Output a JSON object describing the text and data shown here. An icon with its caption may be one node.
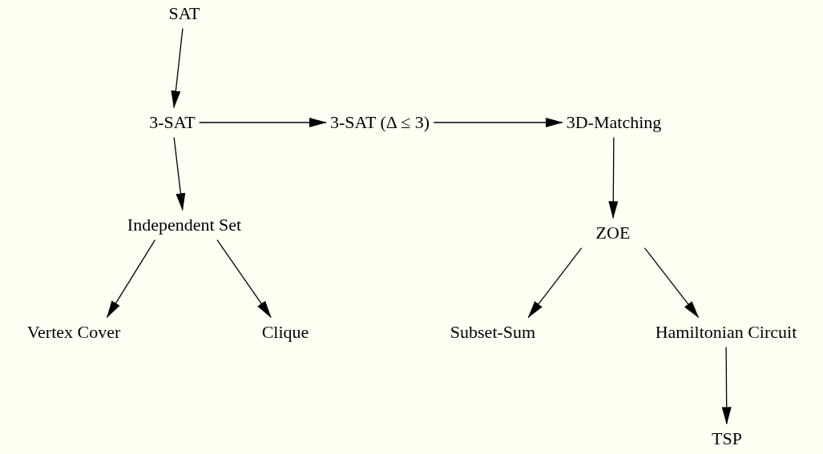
{
  "diagram": {
    "nodes": [
      {
        "text": [
          "SAT"
        ]
      },
      {
        "text": [
          "3-SAT"
        ]
      },
      {
        "text": [
          "3-SAT (Δ ≤ 3)"
        ]
      },
      {
        "text": [
          "3D-Matching"
        ]
      },
      {
        "text": [
          "Independent Set"
        ]
      },
      {
        "text": [
          "ZOE"
        ]
      },
      {
        "text": [
          "Vertex Cover"
        ]
      },
      {
        "text": [
          "Clique"
        ]
      },
      {
        "text": [
          "Subset-Sum"
        ]
      },
      {
        "text": [
          "Hamiltonian Circuit"
        ]
      },
      {
        "text": [
          "TSP"
        ]
      }
    ],
    "edges": [
      {
        "from": 0,
        "to": 1,
        "arrow": "to"
      },
      {
        "from": 1,
        "to": 2,
        "arrow": "to"
      },
      {
        "from": 2,
        "to": 3,
        "arrow": "to"
      },
      {
        "from": 1,
        "to": 4,
        "arrow": "to"
      },
      {
        "from": 3,
        "to": 5,
        "arrow": "to"
      },
      {
        "from": 4,
        "to": 6,
        "arrow": "to"
      },
      {
        "from": 4,
        "to": 7,
        "arrow": "to"
      },
      {
        "from": 5,
        "to": 8,
        "arrow": "to"
      },
      {
        "from": 5,
        "to": 9,
        "arrow": "to"
      },
      {
        "from": 9,
        "to": 10,
        "arrow": "to"
      }
    ]
  }
}
